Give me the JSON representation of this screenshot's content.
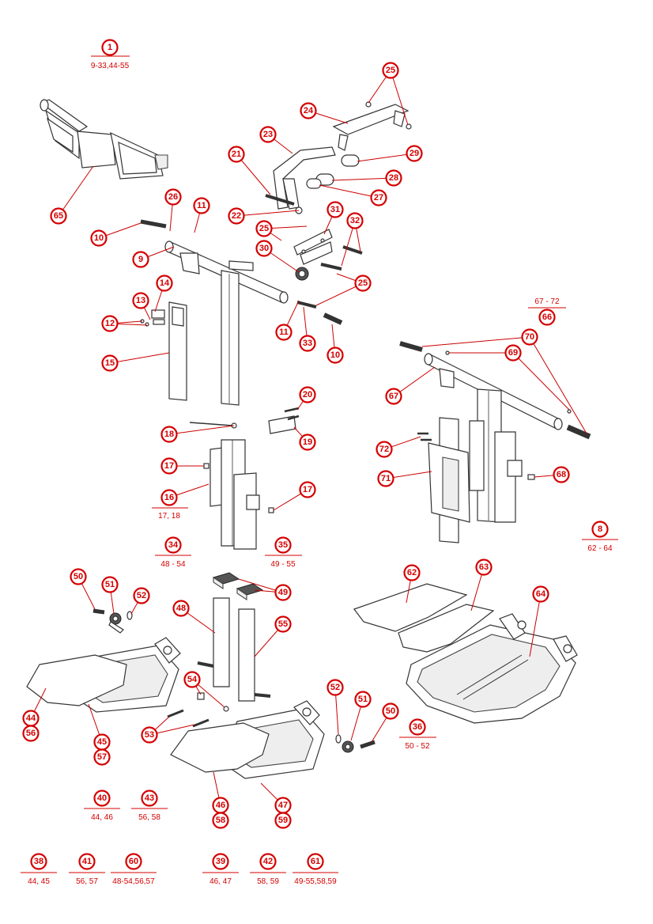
{
  "callouts": [
    {
      "label": "1"
    },
    {
      "label": "25"
    },
    {
      "label": "24"
    },
    {
      "label": "23"
    },
    {
      "label": "29"
    },
    {
      "label": "21"
    },
    {
      "label": "28"
    },
    {
      "label": "27"
    },
    {
      "label": "65"
    },
    {
      "label": "26"
    },
    {
      "label": "11"
    },
    {
      "label": "22"
    },
    {
      "label": "31"
    },
    {
      "label": "32"
    },
    {
      "label": "25"
    },
    {
      "label": "10"
    },
    {
      "label": "9"
    },
    {
      "label": "30"
    },
    {
      "label": "25"
    },
    {
      "label": "14"
    },
    {
      "label": "13"
    },
    {
      "label": "12"
    },
    {
      "label": "11"
    },
    {
      "label": "33"
    },
    {
      "label": "10"
    },
    {
      "label": "15"
    },
    {
      "label": "66"
    },
    {
      "label": "70"
    },
    {
      "label": "69"
    },
    {
      "label": "67"
    },
    {
      "label": "20"
    },
    {
      "label": "19"
    },
    {
      "label": "18"
    },
    {
      "label": "17"
    },
    {
      "label": "72"
    },
    {
      "label": "16"
    },
    {
      "label": "17"
    },
    {
      "label": "68"
    },
    {
      "label": "71"
    },
    {
      "label": "8"
    },
    {
      "label": "34"
    },
    {
      "label": "35"
    },
    {
      "label": "50"
    },
    {
      "label": "51"
    },
    {
      "label": "52"
    },
    {
      "label": "49"
    },
    {
      "label": "48"
    },
    {
      "label": "62"
    },
    {
      "label": "63"
    },
    {
      "label": "64"
    },
    {
      "label": "55"
    },
    {
      "label": "54"
    },
    {
      "label": "52"
    },
    {
      "label": "51"
    },
    {
      "label": "50"
    },
    {
      "label": "44"
    },
    {
      "label": "56"
    },
    {
      "label": "45"
    },
    {
      "label": "57"
    },
    {
      "label": "53"
    },
    {
      "label": "36"
    },
    {
      "label": "46"
    },
    {
      "label": "58"
    },
    {
      "label": "47"
    },
    {
      "label": "59"
    },
    {
      "label": "40"
    },
    {
      "label": "43"
    },
    {
      "label": "38"
    },
    {
      "label": "41"
    },
    {
      "label": "60"
    },
    {
      "label": "39"
    },
    {
      "label": "42"
    },
    {
      "label": "61"
    }
  ],
  "group_labels": [
    {
      "text": "9-33,44-55"
    },
    {
      "text": "67 - 72"
    },
    {
      "text": "17, 18"
    },
    {
      "text": "62 - 64"
    },
    {
      "text": "48 - 54"
    },
    {
      "text": "49 - 55"
    },
    {
      "text": "50 - 52"
    },
    {
      "text": "44, 46"
    },
    {
      "text": "56, 58"
    },
    {
      "text": "44, 45"
    },
    {
      "text": "56, 57"
    },
    {
      "text": "48-54,56,57"
    },
    {
      "text": "46, 47"
    },
    {
      "text": "58, 59"
    },
    {
      "text": "49-55,58,59"
    }
  ]
}
